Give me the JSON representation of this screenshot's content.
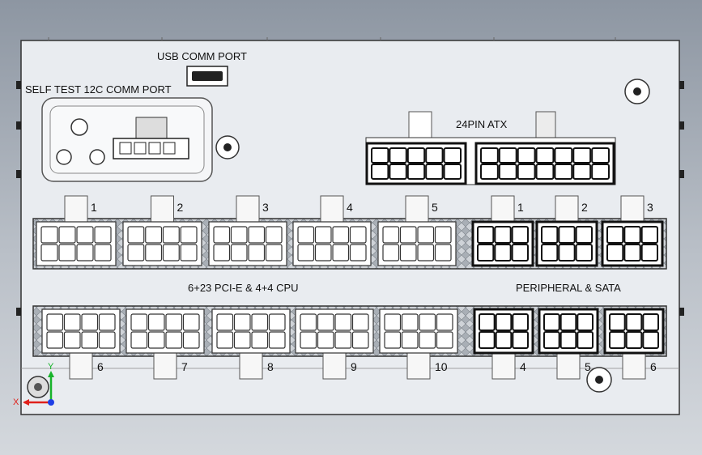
{
  "labels": {
    "usb": "USB COMM PORT",
    "selftest": "SELF TEST 12C COMM PORT",
    "atx": "24PIN ATX",
    "pcie": "6+23 PCI-E & 4+4 CPU",
    "periph": "PERIPHERAL & SATA"
  },
  "top_row_numbers": [
    "1",
    "2",
    "3",
    "4",
    "5",
    "1",
    "2",
    "3"
  ],
  "bottom_row_numbers": [
    "6",
    "7",
    "8",
    "9",
    "10",
    "4",
    "5",
    "6"
  ],
  "axis": {
    "x": "X",
    "y": "Y"
  },
  "colors": {
    "panel": "#e9ecf0",
    "connector_light": "#ffffff",
    "connector_dark": "#111111",
    "axis_x": "#e0201b",
    "axis_y": "#17b32a",
    "axis_z": "#1e3fe6"
  }
}
